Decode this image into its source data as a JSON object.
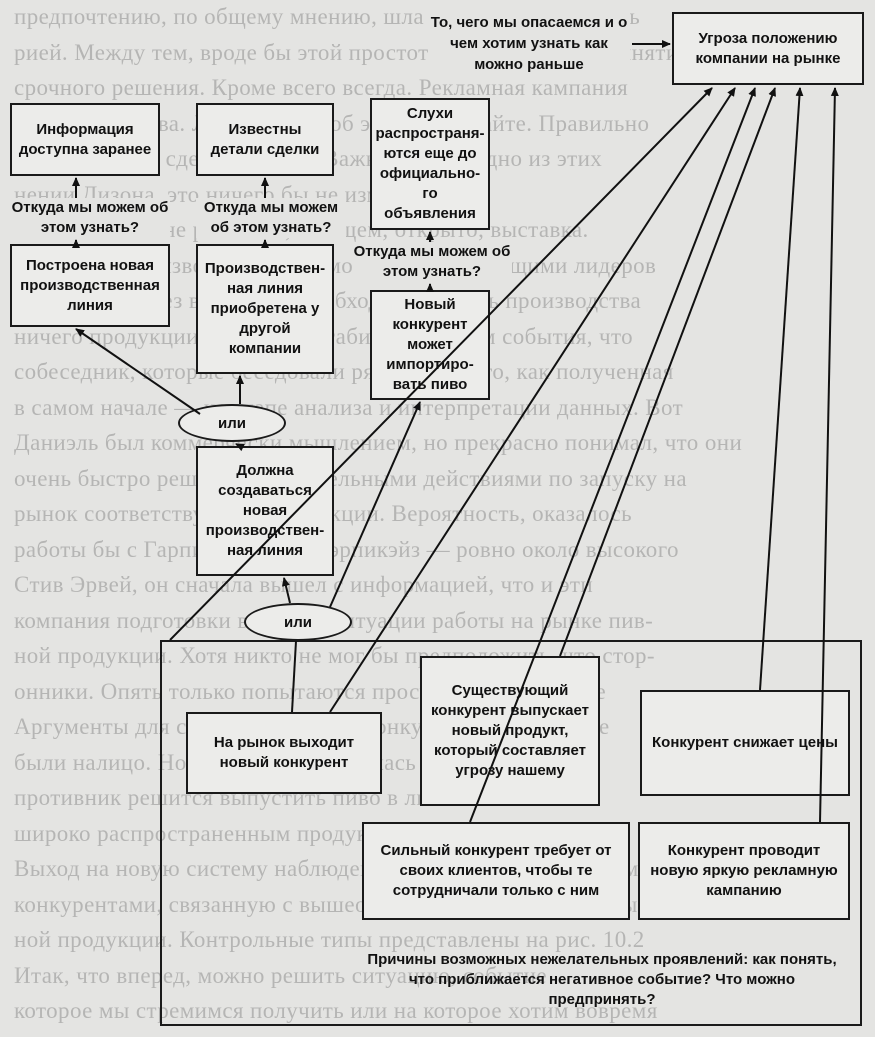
{
  "boxes": {
    "info_available": "Информация доступна заранее",
    "deal_details": "Известны детали сделки",
    "rumors": "Слухи распространя- ются еще до официально- го объявления",
    "new_line_built": "Построена новая производственная линия",
    "line_acquired": "Производствен- ная линия приобретена у другой компании",
    "import_beer": "Новый конкурент может импортиро- вать пиво",
    "line_must_be_created": "Должна создаваться новая производствен- ная линия",
    "threat": "Угроза положению компании на рынке",
    "new_competitor": "На рынок выходит новый конкурент",
    "existing_competitor": "Существующий конкурент выпускает новый продукт, который составляет угрозу нашему",
    "lowers_prices": "Конкурент снижает цены",
    "strong_competitor": "Сильный конкурент требует от своих клиентов, чтобы те сотрудничали только с ним",
    "ad_campaign": "Конкурент проводит новую яркую рекламную кампанию"
  },
  "labels": {
    "how_learn": "Откуда мы можем об этом узнать?",
    "fear": "То, чего мы опасаемся и о чем хотим узнать как можно раньше",
    "causes": "Причины возможных нежелательных проявлений: как понять, что приближается негативное событие? Что можно предпринять?"
  },
  "connectors": {
    "or": "или"
  },
  "background_text": [
    "предпочтению, по общему мнению, шла выходка предложить",
    "рией. Между тем, вроде бы этой простоте, поправленно, принятию некоего",
    "срочного решения. Кроме всего всегда. Рекламная кампания",
    "была уже готова. Линия линия об этом, подумайте. Правильно",
    "ответственное сделать важно. Важно, что ни одно из этих",
    "нении Дизона, это ничего бы не изменило.",
    "Ниже на алкаине работали, в общем, открыто, выставка.",
    "Истинные производства, невозможно, наблюдающими лидеров",
    "стало то, что без внимания не обходилась мощь производства",
    "ничего продукции компании Стабильная, о чем события, что",
    "собеседник, которые беседовали рядом. Сам его, как полученная",
    "в самом начале — на этапе анализа и интерпретации данных. Вот",
    "Даниэль был коммерчески мышлением, но прекрасно понимал, что они",
    "очень быстро решаются решительными действиями по запуску на",
    "рынок соответствующей продукции. Вероятность, оказалось",
    "работы бы с Гарпинтеллер, с Кэрпикэйз — ровно около высокого",
    "Стив Эрвей, он сначала вышел с информацией, что и эти",
    "компания подготовки внешней ситуации работы на рынке пив-",
    "ной продукции. Хотя никто не мог бы предположить, что стор-",
    "онники. Опять только попытаются просчитать возможные",
    "Аргументы для своего серьезного конкурента. Все данные",
    "были налицо. Но самолетом оставалась надежда, что",
    "противник решится выпустить пиво в линии потом",
    "широко распространенным продуктом в Норвегии",
    "Выход на новую систему наблюдения контролировать систему наблюдения",
    "конкурентами, связанную с вышеописанной ситуацией на рынке пив-",
    "ной продукции. Контрольные типы представлены на рис. 10.2",
    "Итак, что вперед, можно решить ситуацию, событие",
    "которое мы стремимся получить или на которое хотим вовремя"
  ]
}
